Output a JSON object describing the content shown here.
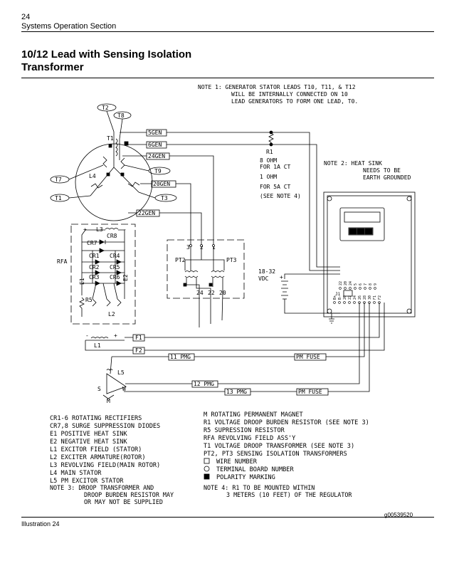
{
  "header": {
    "page_number": "24",
    "section": "Systems Operation Section"
  },
  "title_lines": [
    "10/12 Lead with Sensing Isolation",
    "Transformer"
  ],
  "note1": [
    "NOTE 1: GENERATOR STATOR LEADS T10, T11, & T12",
    "WILL BE INTERNALLY CONNECTED ON 10",
    "LEAD GENERATORS TO FORM ONE LEAD, T0."
  ],
  "note2": [
    "NOTE 2: HEAT SINK",
    "NEEDS TO BE",
    "EARTH GROUNDED"
  ],
  "r1": [
    "R1",
    "8 OHM",
    "FOR 1A CT",
    "1 OHM",
    "FOR 5A CT",
    "(SEE NOTE 4)"
  ],
  "stator": {
    "t2": "T2",
    "t8": "T8",
    "t1a": "T1",
    "l4": "L4",
    "t7": "T7",
    "t1b": "T1",
    "t9": "T9",
    "t3": "T3"
  },
  "wires": {
    "w5": "5GEN",
    "w6": "6GEN",
    "w24": "24GEN",
    "w20": "20GEN",
    "w22": "22GEN"
  },
  "pt": {
    "pt2": "PT2",
    "pt3": "PT3",
    "n3": "3",
    "n2": "2",
    "n1": "1",
    "n24": "24",
    "n22": "22",
    "n20": "20"
  },
  "dc": [
    "18-32",
    "VDC"
  ],
  "rfa": {
    "rfa": "RFA",
    "l3": "L3",
    "cr8": "CR8",
    "cr7": "CR7",
    "cr1": "CR1",
    "cr4": "CR4",
    "cr2": "CR2",
    "cr5": "CR5",
    "cr3": "CR3",
    "cr6": "CR6",
    "e1": "E1",
    "e2": "E2",
    "r5": "R5",
    "l2": "L2"
  },
  "exciter": {
    "l1": "L1",
    "f1": "F1",
    "f2": "F2",
    "w11": "11 PMG",
    "w12": "12 PMG",
    "w13": "13 PMG",
    "fuse": "PM FUSE",
    "l5": "L5",
    "s": "S",
    "w": "W",
    "m": "M"
  },
  "terminals_top": [
    "22",
    "20",
    "24",
    "5",
    "6",
    "7",
    "8",
    "9"
  ],
  "terminals_bot": [
    "B+",
    "B-",
    "20",
    "22",
    "24",
    "26",
    "28",
    "30",
    "F1",
    "F2"
  ],
  "regulator": {
    "j1": "J1"
  },
  "legend_left": [
    "CR1-6 ROTATING RECTIFIERS",
    "CR7,8 SURGE SUPPRESSION DIODES",
    "E1 POSITIVE HEAT SINK",
    "E2 NEGATIVE HEAT SINK",
    "L1 EXCITOR FIELD (STATOR)",
    "L2 EXCITER ARMATURE(ROTOR)",
    "L3 REVOLVING FIELD(MAIN ROTOR)",
    "L4 MAIN STATOR",
    "L5 PM EXCITOR STATOR"
  ],
  "legend_right": [
    "M ROTATING PERMANENT MAGNET",
    "R1 VOLTAGE DROOP BURDEN RESISTOR (SEE NOTE 3)",
    "R5 SUPRESSION RESISTOR",
    "RFA REVOLVING FIELD ASS'Y",
    "T1 VOLTAGE DROOP TRANSFORMER (SEE NOTE 3)",
    "PT2, PT3 SENSING ISOLATION TRANSFORMERS"
  ],
  "legend_symbols": [
    "WIRE NUMBER",
    "TERMINAL BOARD NUMBER",
    "POLARITY MARKING"
  ],
  "note3": [
    "NOTE 3: DROOP TRANSFORMER AND",
    "DROOP BURDEN RESISTOR MAY",
    "OR MAY NOT BE SUPPLIED"
  ],
  "note4": [
    "NOTE 4: R1 TO BE MOUNTED WITHIN",
    "3 METERS (10 FEET) OF THE REGULATOR"
  ],
  "footer": {
    "caption": "Illustration 24",
    "code": "g00539520"
  }
}
